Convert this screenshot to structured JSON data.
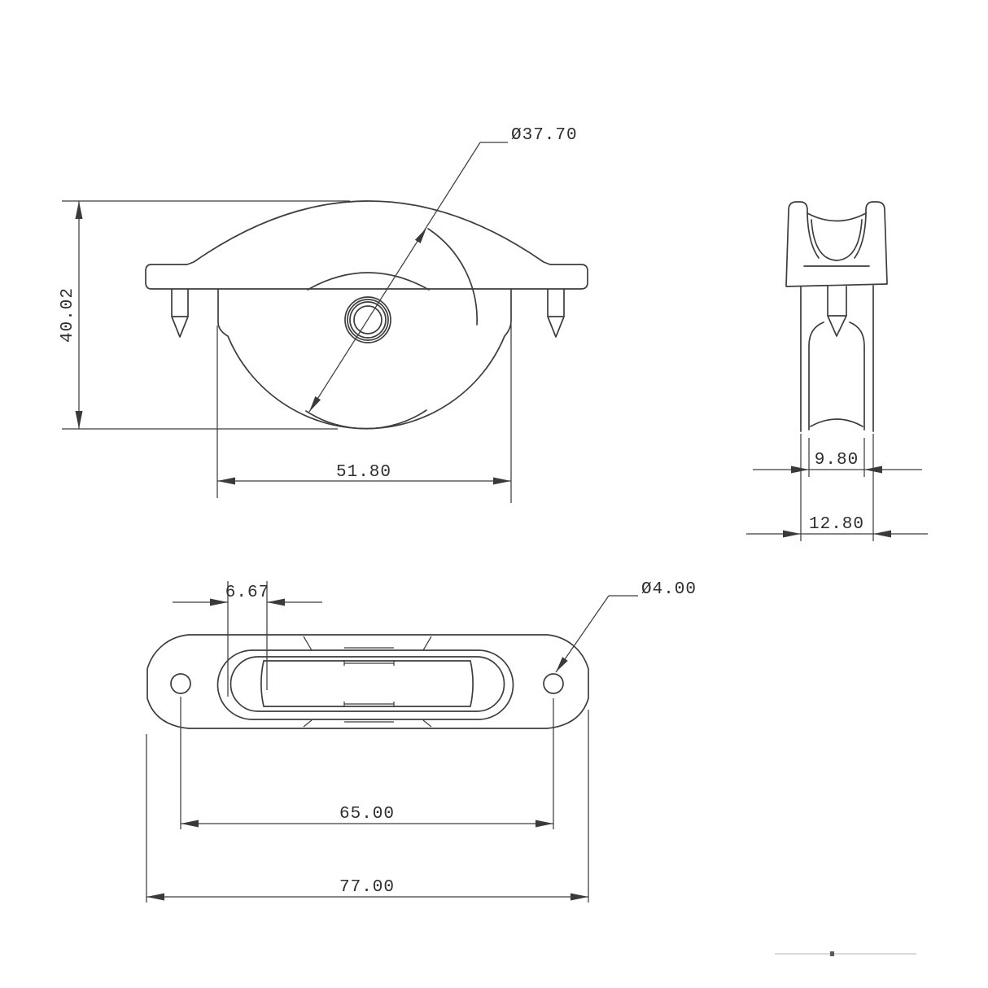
{
  "drawing": {
    "title": "pulley-three-view-technical-drawing",
    "views": {
      "front": {
        "diameter_label": "Ø37.70",
        "height_label": "40.02",
        "width_label": "51.80"
      },
      "side": {
        "groove_width_label": "9.80",
        "overall_width_label": "12.80"
      },
      "plan": {
        "offset_label": "6.67",
        "hole_diameter_label": "Ø4.00",
        "hole_spacing_label": "65.00",
        "overall_length_label": "77.00"
      }
    },
    "colors": {
      "line": "#3d3d3d",
      "text": "#2e2e2e",
      "background": "#ffffff"
    }
  }
}
